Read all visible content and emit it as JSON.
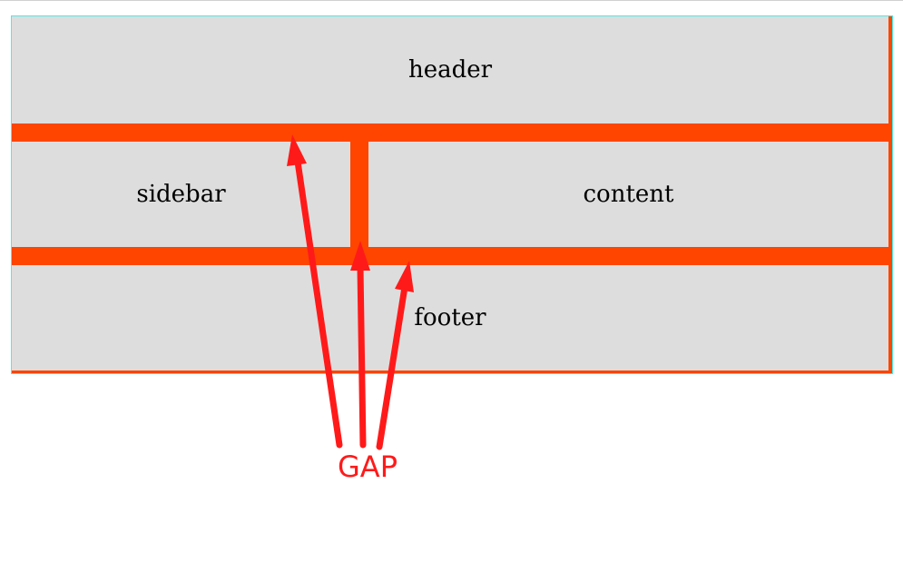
{
  "diagram": {
    "areas": {
      "header": "header",
      "sidebar": "sidebar",
      "content": "content",
      "footer": "footer"
    },
    "annotation": "GAP",
    "colors": {
      "area_fill": "#dddddd",
      "gap_color": "#ff4500",
      "container_border": "#3ff0f0",
      "arrow_color": "#ff1a1a"
    }
  }
}
